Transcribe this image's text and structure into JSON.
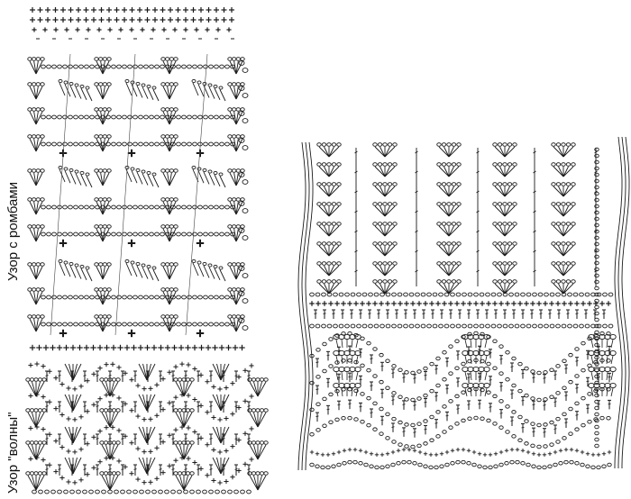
{
  "labels": {
    "rhombus_pattern": "Узор с ромбами",
    "waves_pattern": "Узор \"волны\""
  },
  "colors": {
    "ink": "#1a1a1a",
    "guide": "#444444",
    "background": "#ffffff"
  },
  "symbols": {
    "chain": "chain-stitch-dot",
    "single_crochet": "plus-cross",
    "double_crochet": "t-stem",
    "shell": "fan-of-stitches",
    "picot": "small-loop"
  }
}
